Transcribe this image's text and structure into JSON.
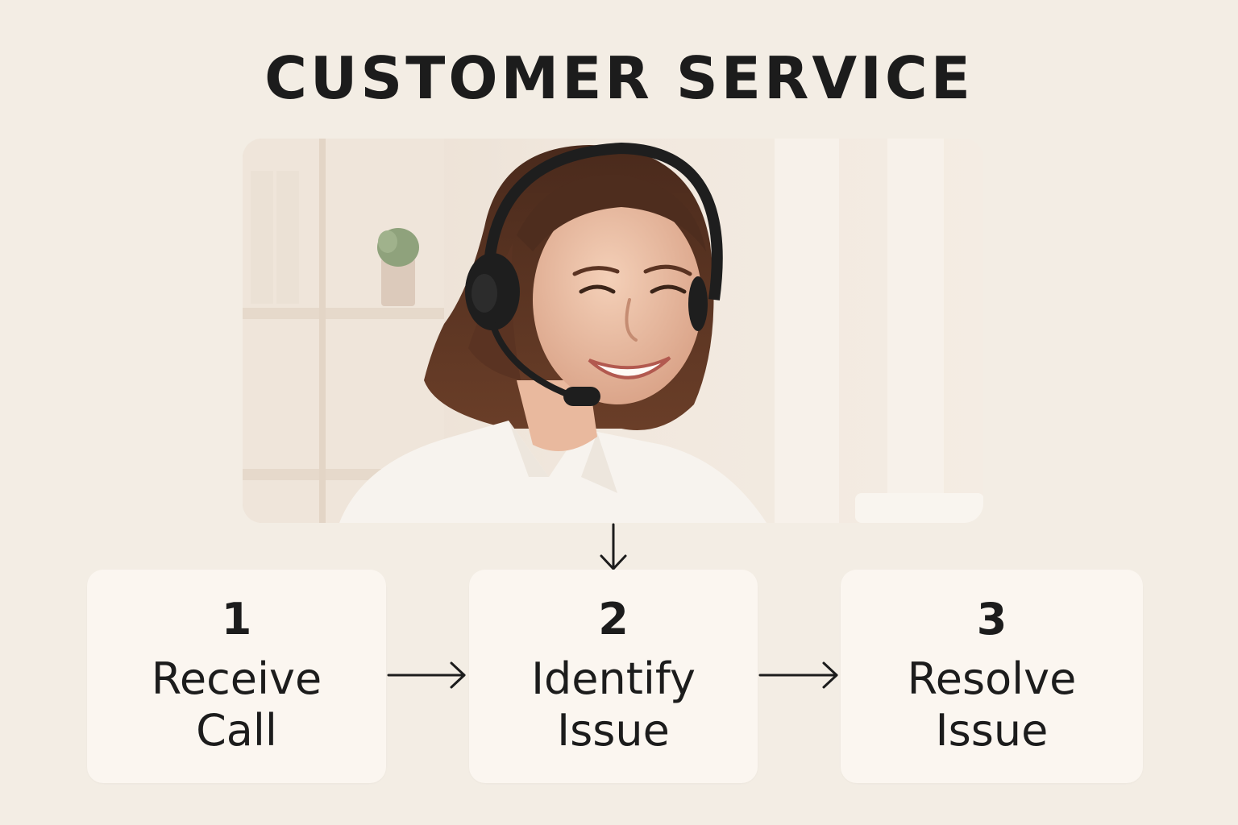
{
  "title": "CUSTOMER SERVICE",
  "photo": {
    "subject": "Smiling customer service agent wearing a headset"
  },
  "steps": [
    {
      "number": "1",
      "line1": "Receive",
      "line2": "Call"
    },
    {
      "number": "2",
      "line1": "Identify",
      "line2": "Issue"
    },
    {
      "number": "3",
      "line1": "Resolve",
      "line2": "Issue"
    }
  ],
  "colors": {
    "background": "#f3ede4",
    "box": "#fbf6f0",
    "text": "#1c1c1c",
    "arrow": "#1c1c1c"
  }
}
